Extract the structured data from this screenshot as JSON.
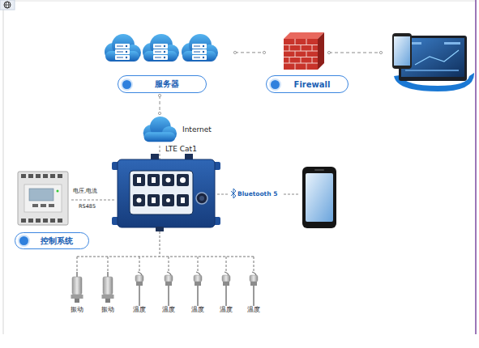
{
  "diagram": {
    "nodes": [
      {
        "text": [
          "服务器"
        ]
      },
      {
        "text": [
          "Firewall"
        ]
      },
      {
        "text": [
          "Internet"
        ]
      },
      {
        "text": [
          "控制系统"
        ]
      },
      {
        "text": [
          "振动"
        ]
      },
      {
        "text": [
          "振动"
        ]
      },
      {
        "text": [
          "温度"
        ]
      },
      {
        "text": [
          "温度"
        ]
      },
      {
        "text": [
          "温度"
        ]
      },
      {
        "text": [
          "温度"
        ]
      },
      {
        "text": [
          "温度"
        ]
      }
    ],
    "edges": [
      {
        "from": 0,
        "to": 1,
        "arrow": "none"
      },
      {
        "from": 0,
        "to": 2,
        "arrow": "none"
      }
    ],
    "labels": [
      "LTE Cat1",
      "电压,电流",
      "RS485",
      "Bluetooth 5"
    ]
  }
}
